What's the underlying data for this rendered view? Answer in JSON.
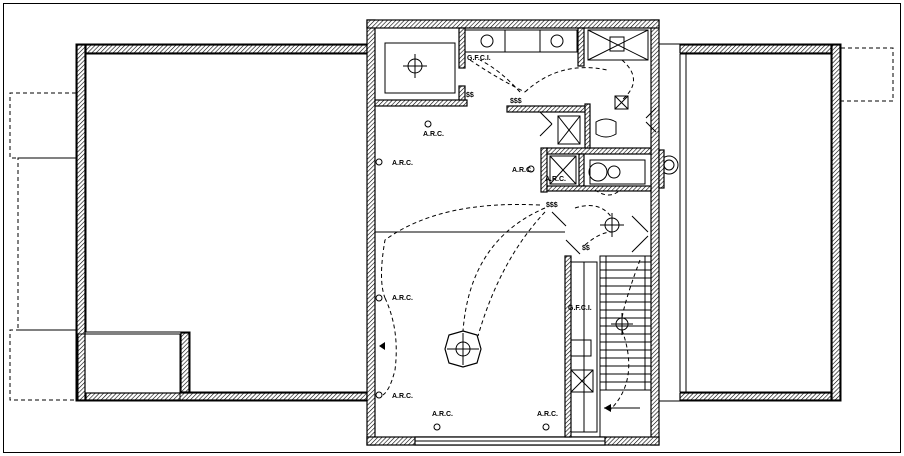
{
  "colors": {
    "line": "#000000",
    "background": "#ffffff"
  },
  "outlets": [
    {
      "id": "arc-1",
      "label": "A.R.C."
    },
    {
      "id": "arc-2",
      "label": "A.R.C."
    },
    {
      "id": "arc-3",
      "label": "A.R.C."
    },
    {
      "id": "arc-4",
      "label": "A.R.C."
    },
    {
      "id": "arc-5",
      "label": "A.R.C."
    },
    {
      "id": "arc-6",
      "label": "A.R.C."
    },
    {
      "id": "arc-7",
      "label": "A.R.C."
    },
    {
      "id": "arc-8",
      "label": "A.R.C."
    }
  ],
  "gfci": [
    {
      "id": "gfci-1",
      "label": "G.F.C.I."
    },
    {
      "id": "gfci-2",
      "label": "G.F.C.I."
    }
  ],
  "switches": [
    {
      "id": "sw-1",
      "label": "$$$"
    },
    {
      "id": "sw-2",
      "label": "$$"
    },
    {
      "id": "sw-3",
      "label": "$$$"
    },
    {
      "id": "sw-4",
      "label": "$$"
    }
  ]
}
